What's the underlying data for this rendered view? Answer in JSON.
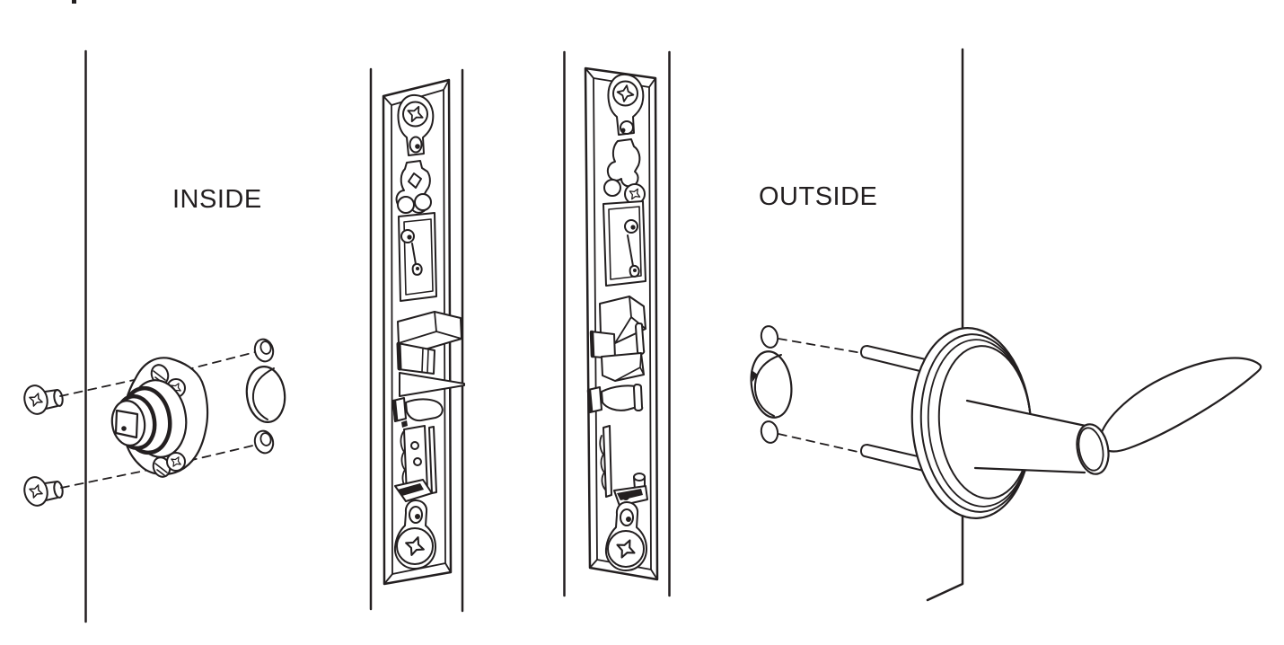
{
  "diagram": {
    "labels": {
      "inside": "INSIDE",
      "outside": "OUTSIDE"
    },
    "colors": {
      "line": "#231f20",
      "background": "#ffffff"
    },
    "parts": [
      {
        "name": "inside-mounting-screws"
      },
      {
        "name": "inside-spindle-rose"
      },
      {
        "name": "door-prep-hole-and-caps"
      },
      {
        "name": "latch-case-edge-view-left"
      },
      {
        "name": "latch-case-edge-view-right"
      },
      {
        "name": "outside-bore-hole"
      },
      {
        "name": "lever-spindle-posts"
      },
      {
        "name": "outside-lever-handle"
      }
    ]
  }
}
